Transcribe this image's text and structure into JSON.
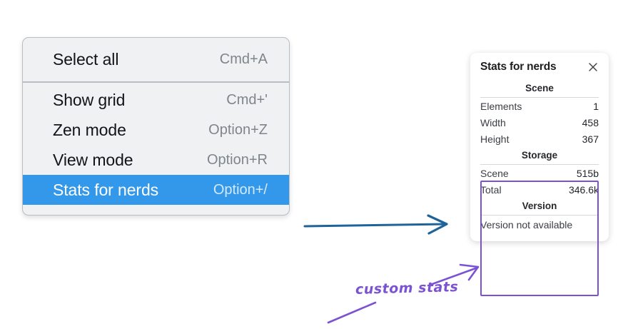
{
  "context_menu": {
    "groups": [
      {
        "items": [
          {
            "label": "Select all",
            "shortcut": "Cmd+A",
            "selected": false
          }
        ]
      },
      {
        "items": [
          {
            "label": "Show grid",
            "shortcut": "Cmd+'",
            "selected": false
          },
          {
            "label": "Zen mode",
            "shortcut": "Option+Z",
            "selected": false
          },
          {
            "label": "View mode",
            "shortcut": "Option+R",
            "selected": false
          },
          {
            "label": "Stats for nerds",
            "shortcut": "Option+/",
            "selected": true
          }
        ]
      }
    ],
    "highlight_color": "#3498ea"
  },
  "stats_panel": {
    "title": "Stats for nerds",
    "close_icon": "close-icon",
    "sections": [
      {
        "title": "Scene",
        "rows": [
          {
            "label": "Elements",
            "value": "1"
          },
          {
            "label": "Width",
            "value": "458"
          },
          {
            "label": "Height",
            "value": "367"
          }
        ]
      },
      {
        "title": "Storage",
        "rows": [
          {
            "label": "Scene",
            "value": "515b"
          },
          {
            "label": "Total",
            "value": "346.6k"
          }
        ]
      },
      {
        "title": "Version",
        "note": "Version not available"
      }
    ]
  },
  "annotations": {
    "callout_text": "custom stats",
    "callout_color": "#7b52d1",
    "arrow_color": "#1f6399",
    "outline_color": "#7b52d1"
  }
}
